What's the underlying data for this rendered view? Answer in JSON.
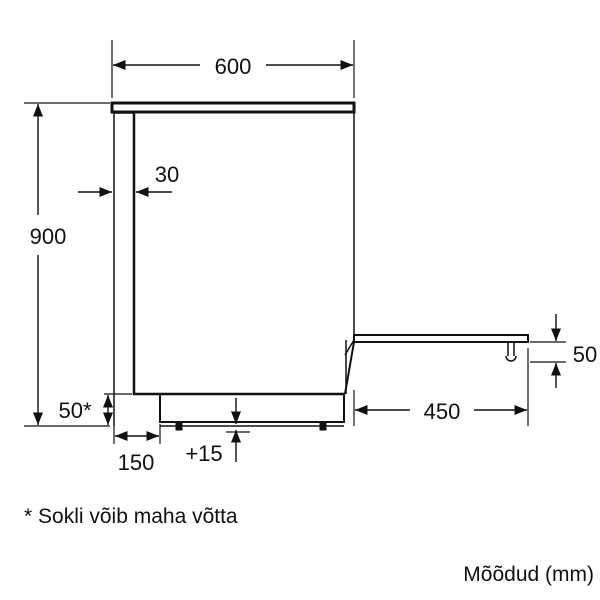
{
  "dimensions": {
    "width": "600",
    "height": "900",
    "side_gap": "30",
    "plinth_height": "50*",
    "plinth_setback": "150",
    "foot_adjust": "+15",
    "door_depth": "450",
    "door_height": "50"
  },
  "footnote": "* Sokli võib maha võtta",
  "units_label": "Mõõdud (mm)"
}
